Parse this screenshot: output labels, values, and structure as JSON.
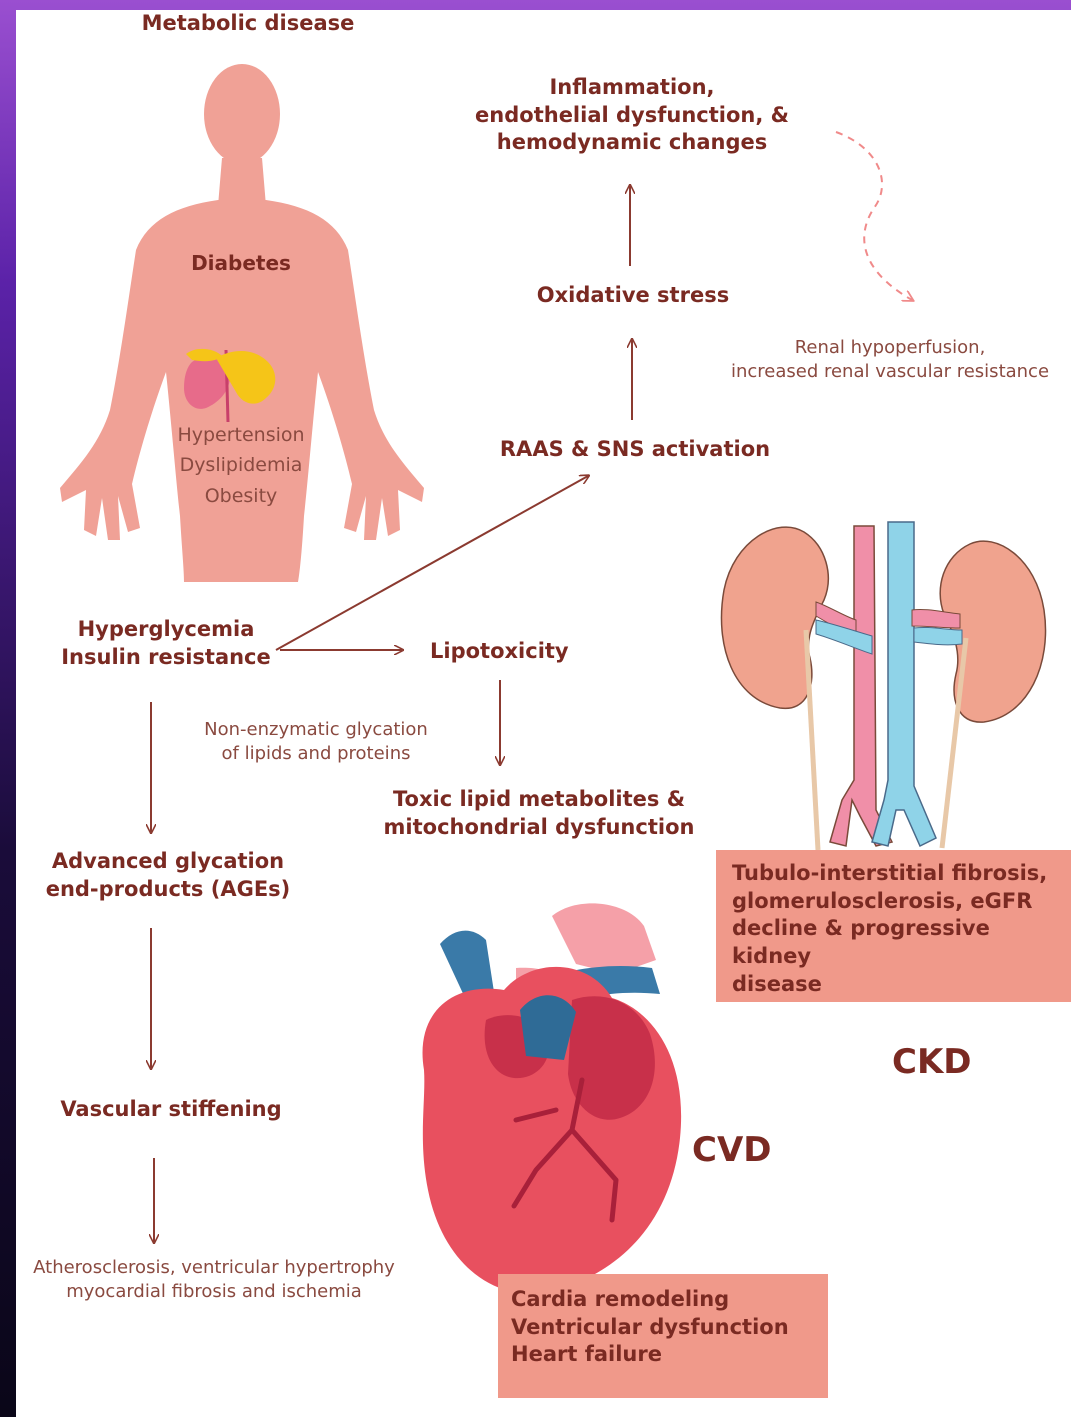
{
  "title": "Metabolic disease",
  "body_labels": {
    "diabetes": "Diabetes",
    "conditions": "Hypertension\nDyslipidemia\nObesity"
  },
  "nodes": {
    "hyperglycemia": "Hyperglycemia\nInsulin resistance",
    "lipotoxicity": "Lipotoxicity",
    "glycation_note": "Non-enzymatic glycation\nof  lipids and proteins",
    "toxic_lipid": "Toxic lipid metabolites &\nmitochondrial dysfunction",
    "ages": "Advanced glycation\nend-products (AGEs)",
    "vascular_stiffening": "Vascular stiffening",
    "atherosclerosis": "Atherosclerosis, ventricular hypertrophy\nmyocardial fibrosis and ischemia",
    "raas": "RAAS & SNS activation",
    "oxidative_stress": "Oxidative stress",
    "inflammation": "Inflammation,\nendothelial dysfunction, &\nhemodynamic changes",
    "renal": "Renal hypoperfusion,\nincreased renal vascular resistance"
  },
  "outcomes": {
    "ckd_box": "Tubulo-interstitial fibrosis,\nglomerulosclerosis, eGFR\ndecline & progressive kidney\ndisease",
    "ckd_label": "CKD",
    "cvd_label": "CVD",
    "cvd_box": "Cardia remodeling\nVentricular dysfunction\nHeart failure"
  },
  "colors": {
    "text": "#7a2a22",
    "arrow": "#8b3a30",
    "body": "#f0a196",
    "box": "#f0998a",
    "heart": "#e8505f",
    "vessel_blue": "#3a7aa8",
    "kidney": "#f0a38e",
    "artery_pink": "#f08fa8",
    "vein_blue": "#8fd3e8",
    "pancreas": "#f5c518"
  }
}
